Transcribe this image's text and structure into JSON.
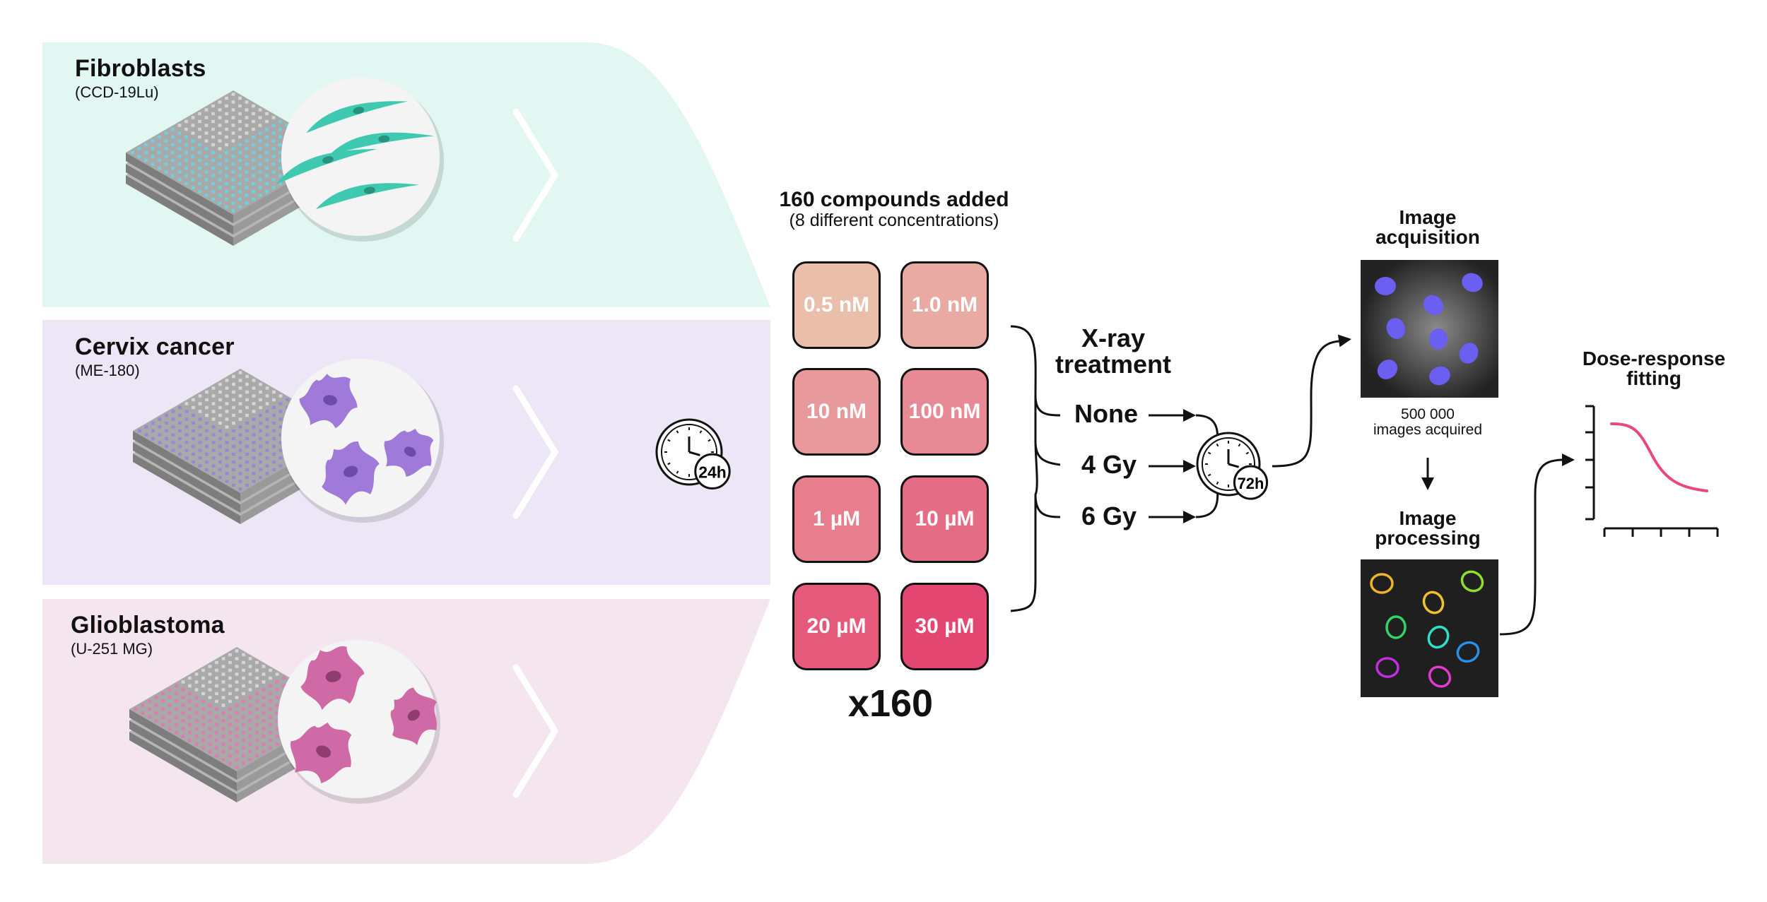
{
  "cell_lines": [
    {
      "name": "Fibroblasts",
      "line": "(CCD-19Lu)",
      "band_color": "#e2f6f2",
      "cell_color": "#3fc9b0"
    },
    {
      "name": "Cervix cancer",
      "line": "(ME-180)",
      "band_color": "#ece6f6",
      "cell_color": "#a07ad8"
    },
    {
      "name": "Glioblastoma",
      "line": "(U-251 MG)",
      "band_color": "#f5e5ee",
      "cell_color": "#d06aa6"
    }
  ],
  "timer_1": "24h",
  "compounds": {
    "title": "160 compounds added",
    "subtitle": "(8 different concentrations)",
    "multiplier": "x160",
    "concentrations": [
      {
        "label": "0.5 nM",
        "color": "#e9bfab"
      },
      {
        "label": "1.0 nM",
        "color": "#e8aaa3"
      },
      {
        "label": "10 nM",
        "color": "#e8999b"
      },
      {
        "label": "100 nM",
        "color": "#e88a95"
      },
      {
        "label": "1 µM",
        "color": "#e77d8d"
      },
      {
        "label": "10 µM",
        "color": "#e56c85"
      },
      {
        "label": "20 µM",
        "color": "#e55a7b"
      },
      {
        "label": "30 µM",
        "color": "#e34670"
      }
    ]
  },
  "xray": {
    "title_line1": "X-ray",
    "title_line2": "treatment",
    "options": [
      "None",
      "4 Gy",
      "6 Gy"
    ]
  },
  "timer_2": "72h",
  "acquisition": {
    "title_line1": "Image",
    "title_line2": "acquisition",
    "count_line1": "500 000",
    "count_line2": "images acquired",
    "nucleus_color": "#6b5ff2"
  },
  "processing": {
    "title_line1": "Image",
    "title_line2": "processing",
    "outline_colors": [
      "#f0b428",
      "#8ee02c",
      "#f2c12e",
      "#34d36a",
      "#2fe0c8",
      "#2a8fe8",
      "#c42ee0",
      "#e23ad2"
    ]
  },
  "fitting": {
    "title_line1": "Dose-response",
    "title_line2": "fitting",
    "curve_color": "#e8497a"
  }
}
